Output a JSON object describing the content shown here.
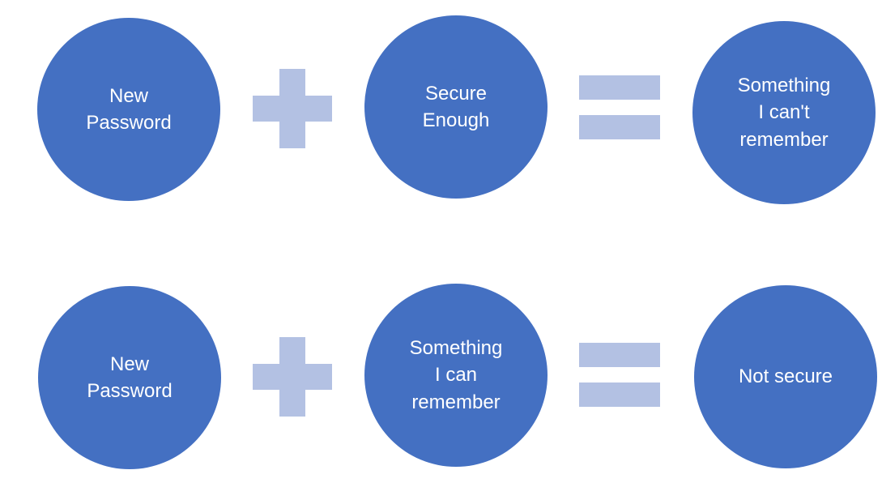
{
  "diagram": {
    "type": "equation-diagram",
    "colors": {
      "circle_fill": "#4470C2",
      "circle_text": "#ffffff",
      "operator_fill": "#B3C1E3",
      "background": "#ffffff"
    },
    "rows": [
      {
        "left_circle": "New\nPassword",
        "operator_1": "plus",
        "middle_circle": "Secure\nEnough",
        "operator_2": "equals",
        "right_circle": "Something\nI can't\nremember"
      },
      {
        "left_circle": "New\nPassword",
        "operator_1": "plus",
        "middle_circle": "Something\nI can\nremember",
        "operator_2": "equals",
        "right_circle": "Not secure"
      }
    ]
  }
}
